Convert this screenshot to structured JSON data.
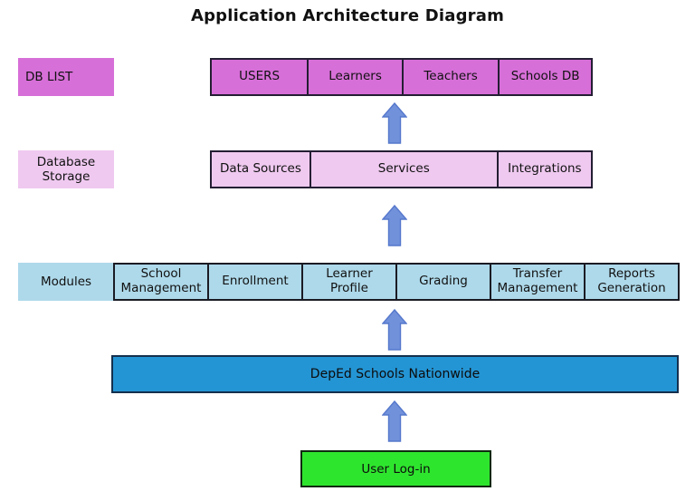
{
  "title": "Application Architecture Diagram",
  "palette": {
    "orchid_fill": "#d76fd8",
    "plum_fill": "#efc9f0",
    "lightblue_fill": "#aed9ea",
    "platform_blue_fill": "#2495d4",
    "login_green_fill": "#2ee52e",
    "arrow_fill": "#7191db",
    "arrow_stroke": "#5678cc",
    "border_dark": "#241e33"
  },
  "db_list_row": {
    "label": "DB LIST",
    "cells": [
      "USERS",
      "Learners",
      "Teachers",
      "Schools DB"
    ]
  },
  "storage_row": {
    "label": "Database Storage",
    "cells": [
      "Data Sources",
      "Services",
      "Integrations"
    ]
  },
  "modules_row": {
    "label": "Modules",
    "cells": [
      "School Management",
      "Enrollment",
      "Learner Profile",
      "Grading",
      "Transfer Management",
      "Reports Generation"
    ]
  },
  "platform_box": {
    "label": "DepEd Schools Nationwide"
  },
  "login_box": {
    "label": "User Log-in"
  }
}
